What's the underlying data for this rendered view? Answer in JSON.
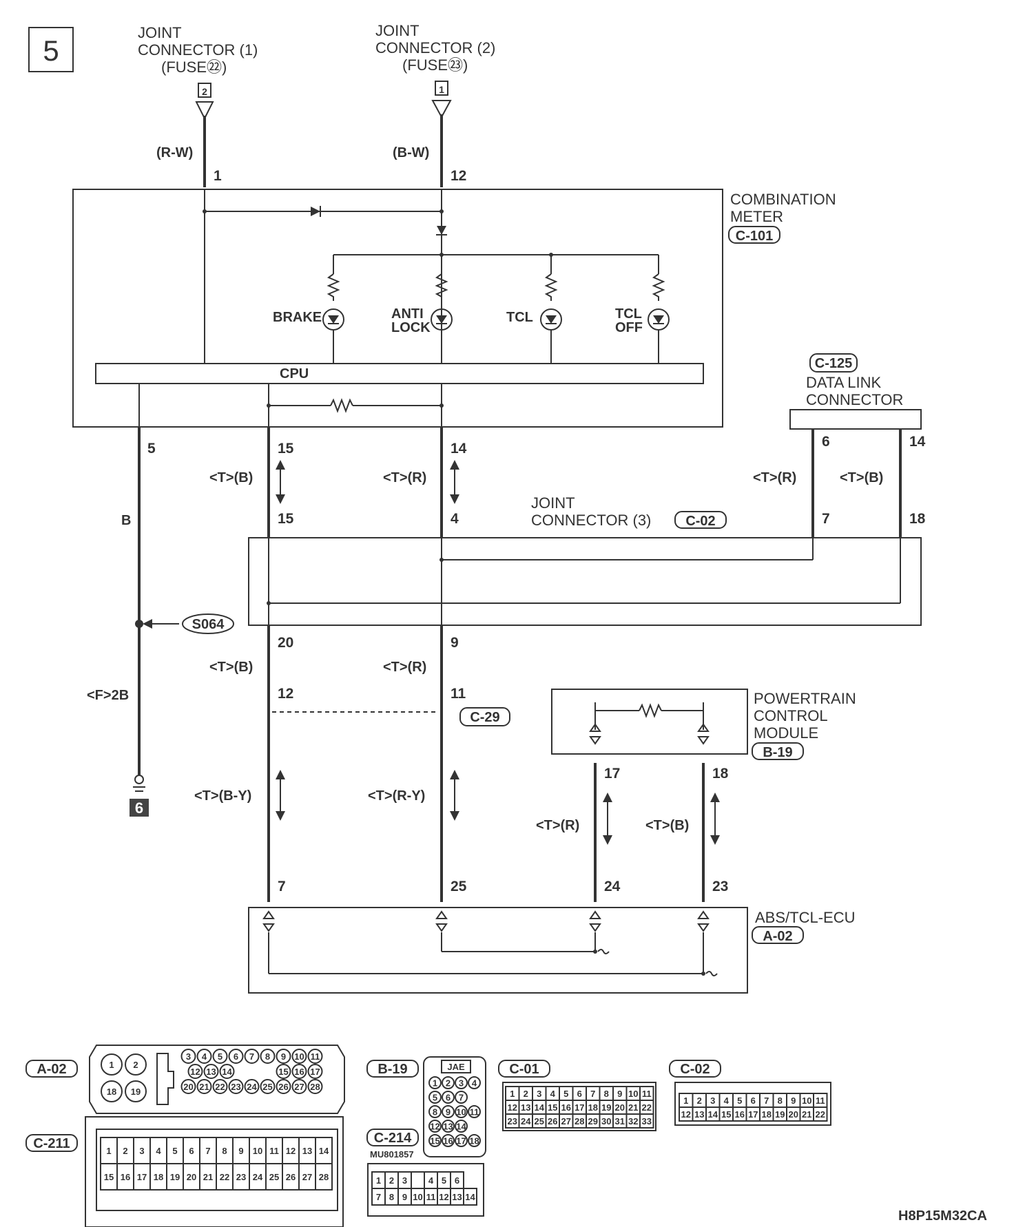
{
  "page_number": "5",
  "footer_code": "H8P15M32CA",
  "sources": {
    "jc1": {
      "lines": [
        "JOINT",
        "CONNECTOR (1)",
        "(FUSE㉒)"
      ],
      "pin": "2"
    },
    "jc2": {
      "lines": [
        "JOINT",
        "CONNECTOR (2)",
        "(FUSE㉓)"
      ],
      "pin": "1"
    }
  },
  "combination_meter": {
    "lines": [
      "COMBINATION",
      "METER"
    ],
    "id": "C-101",
    "cpu_label": "CPU"
  },
  "lamps": [
    {
      "lines": [
        "BRAKE"
      ]
    },
    {
      "lines": [
        "ANTI",
        "LOCK"
      ]
    },
    {
      "lines": [
        "TCL"
      ]
    },
    {
      "lines": [
        "TCL",
        "OFF"
      ]
    }
  ],
  "data_link_connector": {
    "id": "C-125",
    "lines": [
      "DATA LINK",
      "CONNECTOR"
    ]
  },
  "joint_connector_3": {
    "lines": [
      "JOINT",
      "CONNECTOR (3)"
    ],
    "id": "C-02"
  },
  "powertrain_module": {
    "lines": [
      "POWERTRAIN",
      "CONTROL",
      "MODULE"
    ],
    "id": "B-19"
  },
  "abs_ecu": {
    "lines": [
      "ABS/TCL-ECU"
    ],
    "id": "A-02"
  },
  "inline_connector": "C-29",
  "splice": "S064",
  "ground_ref": "6",
  "ground_wire_label": "<F>2B",
  "wire_labels": {
    "rw": "(R-W)",
    "bw": "(B-W)",
    "b": "B",
    "tb": "<T>(B)",
    "tr": "<T>(R)",
    "tby": "<T>(B-Y)",
    "try": "<T>(R-Y)"
  },
  "pins": {
    "p1": "1",
    "p12": "12",
    "p5": "5",
    "p15a": "15",
    "p14a": "14",
    "p15b": "15",
    "p4": "4",
    "p6": "6",
    "p14c": "14",
    "p7a": "7",
    "p18a": "18",
    "p20": "20",
    "p9": "9",
    "p12b": "12",
    "p11": "11",
    "p17": "17",
    "p18b": "18",
    "p7b": "7",
    "p25": "25",
    "p24": "24",
    "p23": "23"
  },
  "connector_views": {
    "a02": {
      "id": "A-02",
      "big": [
        "1",
        "2",
        "18",
        "19"
      ],
      "row1": [
        "3",
        "4",
        "5",
        "6",
        "7",
        "8",
        "9",
        "10",
        "11"
      ],
      "row2": [
        "12",
        "13",
        "14",
        "15",
        "16",
        "17"
      ],
      "row3": [
        "20",
        "21",
        "22",
        "23",
        "24",
        "25",
        "26",
        "27",
        "28"
      ]
    },
    "b19": {
      "id": "B-19",
      "brand": "JAE",
      "rows": [
        [
          "1",
          "2",
          "3",
          "4"
        ],
        [
          "5",
          "6",
          "7"
        ],
        [
          "8",
          "9",
          "10",
          "11"
        ],
        [
          "12",
          "13",
          "14"
        ],
        [
          "15",
          "16",
          "17",
          "18"
        ]
      ]
    },
    "c01": {
      "id": "C-01",
      "rows": [
        [
          "1",
          "2",
          "3",
          "4",
          "5",
          "6",
          "7",
          "8",
          "9",
          "10",
          "11"
        ],
        [
          "12",
          "13",
          "14",
          "15",
          "16",
          "17",
          "18",
          "19",
          "20",
          "21",
          "22"
        ],
        [
          "23",
          "24",
          "25",
          "26",
          "27",
          "28",
          "29",
          "30",
          "31",
          "32",
          "33"
        ]
      ]
    },
    "c02": {
      "id": "C-02",
      "rows": [
        [
          "1",
          "2",
          "3",
          "4",
          "5",
          "6",
          "7",
          "8",
          "9",
          "10",
          "11"
        ],
        [
          "12",
          "13",
          "14",
          "15",
          "16",
          "17",
          "18",
          "19",
          "20",
          "21",
          "22"
        ]
      ]
    },
    "c211": {
      "id": "C-211",
      "rows": [
        [
          "1",
          "2",
          "3",
          "4",
          "5",
          "6",
          "7",
          "8",
          "9",
          "10",
          "11",
          "12",
          "13",
          "14"
        ],
        [
          "15",
          "16",
          "17",
          "18",
          "19",
          "20",
          "21",
          "22",
          "23",
          "24",
          "25",
          "26",
          "27",
          "28"
        ]
      ]
    },
    "c214": {
      "id": "C-214",
      "part": "MU801857",
      "rows": [
        [
          "1",
          "2",
          "3",
          "",
          "4",
          "5",
          "6"
        ],
        [
          "7",
          "8",
          "9",
          "10",
          "11",
          "12",
          "13",
          "14"
        ]
      ]
    }
  }
}
